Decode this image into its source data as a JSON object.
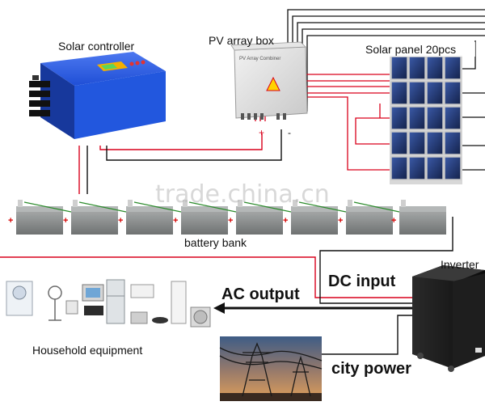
{
  "labels": {
    "solar_controller": "Solar controller",
    "pv_array_box": "PV array box",
    "solar_panel": "Solar panel 20pcs",
    "battery_bank": "battery bank",
    "inverter": "Inverter",
    "dc_input": "DC input",
    "ac_output": "AC output",
    "household": "Household equipment",
    "city_power": "city power",
    "watermark": "trade.china.cn",
    "plus": "+",
    "minus": "-"
  },
  "colors": {
    "wire_red": "#d9001b",
    "wire_black": "#111111",
    "controller_blue": "#1f4fd6",
    "panel_blue": "#1b2f66",
    "battery_grey": "#8d9090",
    "inverter_black": "#141414"
  },
  "battery_count": 8,
  "panel_grid": {
    "rows": 5,
    "cols": 4
  }
}
